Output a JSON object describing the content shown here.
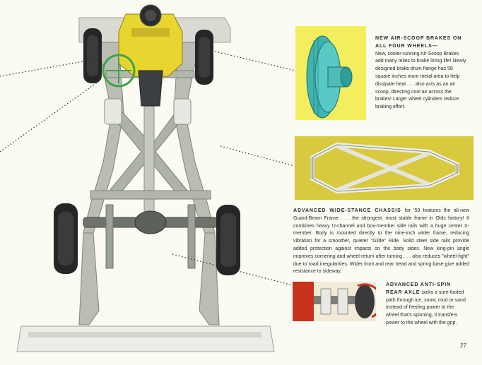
{
  "brakes": {
    "heading": "NEW AIR-SCOOP BRAKES ON ALL FOUR WHEELS—",
    "body": "New, cooler-running Air-Scoop Brakes add many miles to brake lining life! Newly designed brake drum flange has 58 square inches more metal area to help dissipate heat . . . also acts as an air scoop, directing cool air across the brakes! Larger wheel cylinders reduce braking effort."
  },
  "chassis": {
    "heading": "ADVANCED WIDE-STANCE CHASSIS",
    "body": "for '59 features the all-new Guard-Beam Frame . . . the strongest, most stable frame in Olds history! It combines heavy U-channel and box-member side rails with a huge center X-member. Body is mounted directly to the nine-inch wider frame, reducing vibration for a smoother, quieter \"Glide\" Ride. Solid steel side rails provide added protection against impacts on the body sides. New king-pin angle improves cornering and wheel-return after turning . . . also reduces \"wheel-fight\" due to road irregularities. Wider front and rear tread and spring base give added resistance to sideway."
  },
  "axle": {
    "heading": "ADVANCED ANTI-SPIN REAR AXLE",
    "body": "picks a sure-footed path through ice, snow, mud or sand. Instead of feeding power to the wheel that's spinning, it transfers power to the wheel with the grip."
  },
  "page_number": "27",
  "colors": {
    "page_background": "#fbfaf3",
    "frame_gray": "#b9bdb3",
    "engine_yellow": "#e9d52f",
    "brake_panel_yellow": "#f2ee5e",
    "frame_panel_olive": "#d8c93e",
    "drum_teal": "#3fb3b0",
    "steering_green": "#3fa44a",
    "axle_red": "#c8321c"
  }
}
